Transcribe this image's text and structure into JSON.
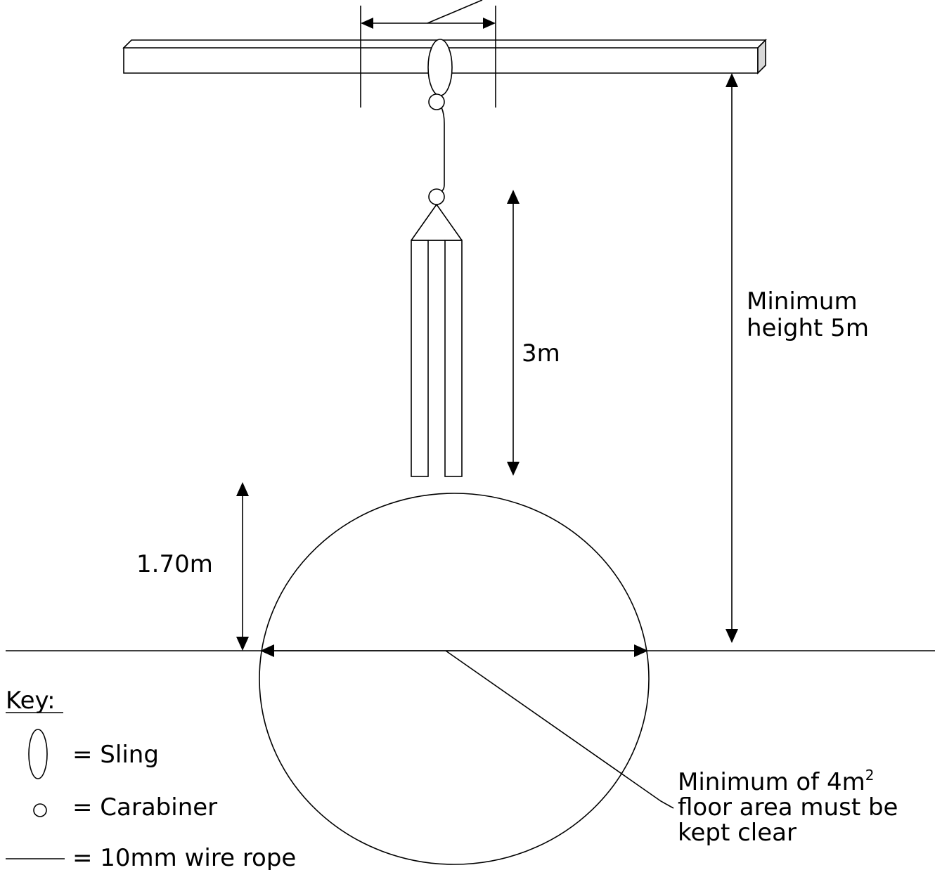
{
  "labels": {
    "height_label_line1": "Minimum",
    "height_label_line2": "height 5m",
    "bag_length": "3m",
    "bag_clearance": "1.70m",
    "clear_area_line1": "Minimum of 4m",
    "clear_area_sup": "2",
    "clear_area_line2": "floor area must be",
    "clear_area_line3": "kept clear"
  },
  "key": {
    "title": "Key:",
    "sling": "= Sling",
    "carabiner": "= Carabiner",
    "wire_rope": "= 10mm wire rope"
  }
}
